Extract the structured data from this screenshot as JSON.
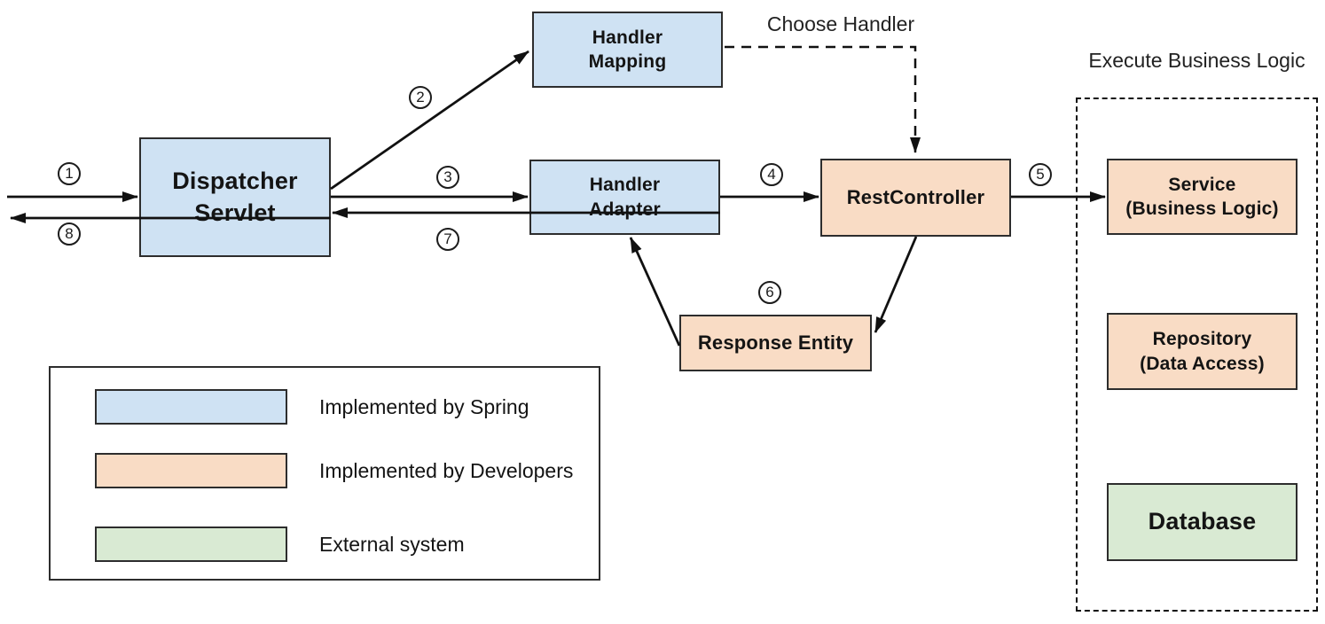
{
  "colors": {
    "spring_blue": "#cfe2f3",
    "developer_peach": "#f9dcc5",
    "external_green": "#d9ead3",
    "box_border": "#2d2d2d",
    "arrow_black": "#111111"
  },
  "nodes": {
    "dispatcher_servlet": {
      "label": "Dispatcher\nServlet"
    },
    "handler_mapping": {
      "label": "Handler\nMapping"
    },
    "handler_adapter": {
      "label": "Handler\nAdapter"
    },
    "rest_controller": {
      "label": "RestController"
    },
    "response_entity": {
      "label": "Response Entity"
    },
    "service": {
      "label": "Service\n(Business Logic)"
    },
    "repository": {
      "label": "Repository\n(Data Access)"
    },
    "database": {
      "label": "Database"
    }
  },
  "annotations": {
    "choose_handler": "Choose Handler",
    "execute_business_logic": "Execute Business Logic"
  },
  "steps": [
    "1",
    "2",
    "3",
    "4",
    "5",
    "6",
    "7",
    "8"
  ],
  "legend": {
    "items": [
      {
        "label": "Implemented by Spring",
        "color": "#cfe2f3"
      },
      {
        "label": "Implemented by Developers",
        "color": "#f9dcc5"
      },
      {
        "label": "External system",
        "color": "#d9ead3"
      }
    ]
  }
}
